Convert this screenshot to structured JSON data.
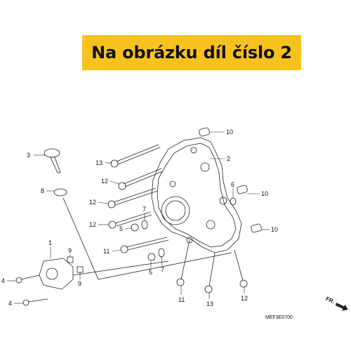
{
  "banner": {
    "text": "Na obrázku díl číslo 2"
  },
  "diagram_code": "MEF3E0700",
  "direction_label": "FR.",
  "callouts": [
    {
      "id": "c1",
      "text": "10"
    },
    {
      "id": "c2",
      "text": "13"
    },
    {
      "id": "c3",
      "text": "2"
    },
    {
      "id": "c4",
      "text": "3"
    },
    {
      "id": "c5",
      "text": "12"
    },
    {
      "id": "c6",
      "text": "6"
    },
    {
      "id": "c7",
      "text": "10"
    },
    {
      "id": "c8",
      "text": "8"
    },
    {
      "id": "c9",
      "text": "12"
    },
    {
      "id": "c10",
      "text": "7"
    },
    {
      "id": "c11",
      "text": "12"
    },
    {
      "id": "c12",
      "text": "5"
    },
    {
      "id": "c13",
      "text": "10"
    },
    {
      "id": "c14",
      "text": "1"
    },
    {
      "id": "c15",
      "text": "9"
    },
    {
      "id": "c16",
      "text": "11"
    },
    {
      "id": "c17",
      "text": "5"
    },
    {
      "id": "c18",
      "text": "7"
    },
    {
      "id": "c19",
      "text": "4"
    },
    {
      "id": "c20",
      "text": "9"
    },
    {
      "id": "c21",
      "text": "4"
    },
    {
      "id": "c22",
      "text": "11"
    },
    {
      "id": "c23",
      "text": "13"
    },
    {
      "id": "c24",
      "text": "12"
    }
  ]
}
